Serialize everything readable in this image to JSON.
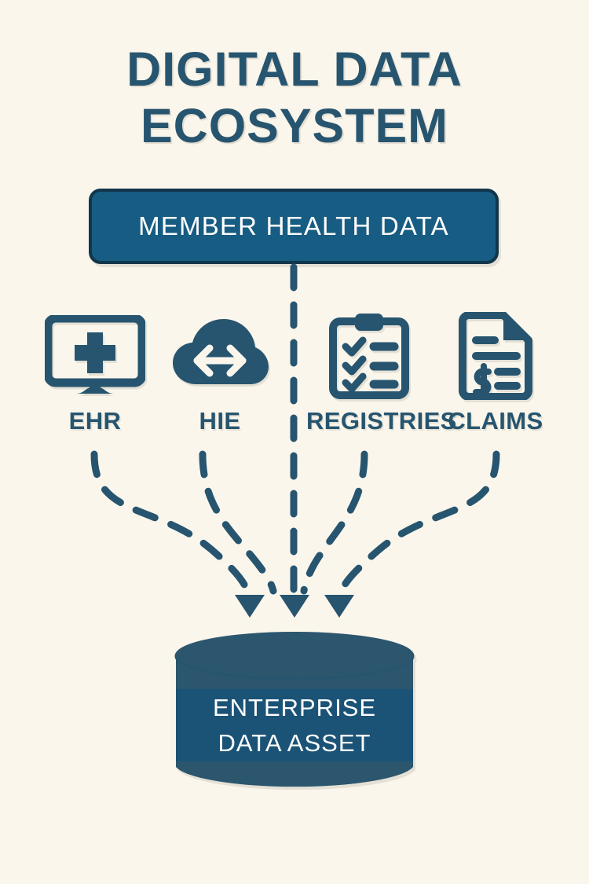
{
  "theme": {
    "background": "#faf6ec",
    "primary_dark": "#27556f",
    "accent_blue": "#175c82",
    "border_dark": "#11364b",
    "cylinder_body": "#2c566e",
    "cylinder_band": "#1a5376",
    "text_on_dark": "#ffffff"
  },
  "title": "DIGITAL DATA\nECOSYSTEM",
  "header": {
    "label": "MEMBER HEALTH DATA"
  },
  "sources": [
    {
      "id": "ehr",
      "icon": "monitor-medical-cross-icon",
      "label": "EHR"
    },
    {
      "id": "hie",
      "icon": "cloud-exchange-arrows-icon",
      "label": "HIE"
    },
    {
      "id": "registries",
      "icon": "clipboard-checklist-icon",
      "label": "REGISTRIES"
    },
    {
      "id": "claims",
      "icon": "document-dollar-icon",
      "label": "CLAIMS"
    }
  ],
  "flow": {
    "style": "dashed",
    "direction": "down",
    "arrow_count": 3
  },
  "destination": {
    "shape": "cylinder-database",
    "label": "ENTERPRISE\nDATA ASSET"
  }
}
